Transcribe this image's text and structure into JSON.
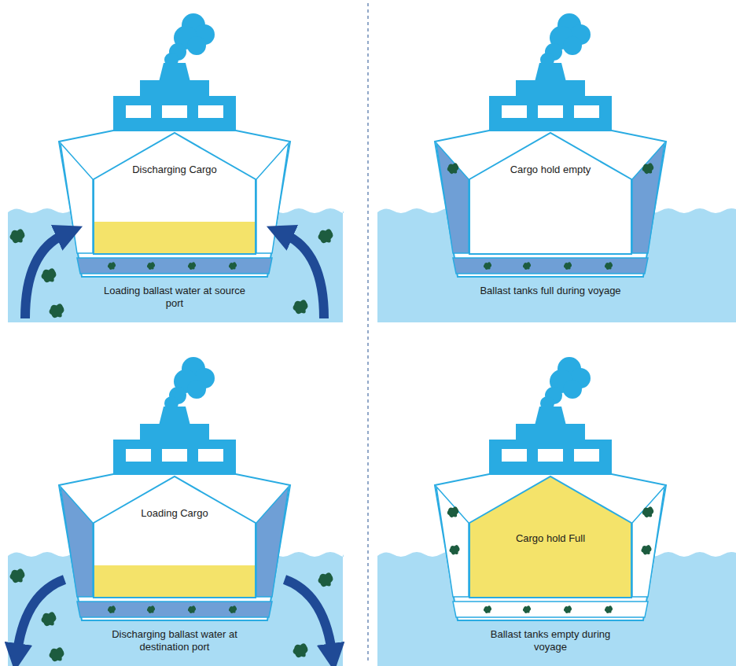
{
  "diagram": {
    "nodes": [
      {
        "text": [
          "Discharging Cargo"
        ]
      },
      {
        "text": [
          "Cargo hold empty"
        ]
      },
      {
        "text": [
          "Loading Cargo"
        ]
      },
      {
        "text": [
          "Cargo hold Full"
        ]
      }
    ],
    "labels": [
      "Loading ballast water at source port",
      "Ballast tanks full during voyage",
      "Discharging ballast water at destination port",
      "Ballast tanks empty during voyage"
    ]
  }
}
